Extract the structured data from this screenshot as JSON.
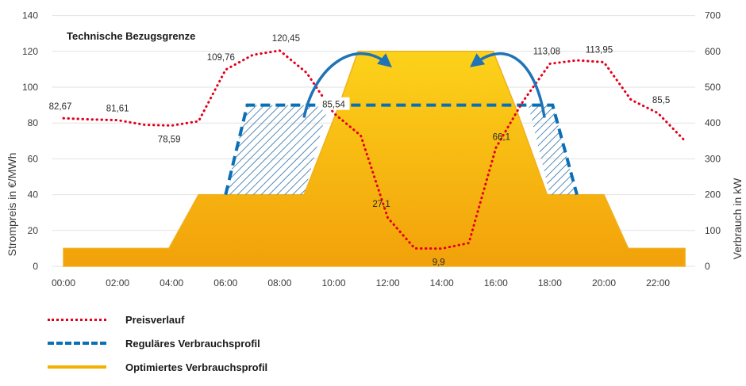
{
  "chart_data": {
    "type": "line",
    "annotation": "Technische Bezugsgrenze",
    "x": [
      "00:00",
      "01:00",
      "02:00",
      "03:00",
      "04:00",
      "05:00",
      "06:00",
      "07:00",
      "08:00",
      "09:00",
      "10:00",
      "11:00",
      "12:00",
      "13:00",
      "14:00",
      "15:00",
      "16:00",
      "17:00",
      "18:00",
      "19:00",
      "20:00",
      "21:00",
      "22:00",
      "23:00"
    ],
    "x_ticks": [
      "00:00",
      "02:00",
      "04:00",
      "06:00",
      "08:00",
      "10:00",
      "12:00",
      "14:00",
      "16:00",
      "18:00",
      "20:00",
      "22:00"
    ],
    "left_axis": {
      "label": "Strompreis in €/MWh",
      "ticks": [
        0,
        20,
        40,
        60,
        80,
        100,
        120,
        140
      ],
      "range": [
        0,
        140
      ]
    },
    "right_axis": {
      "label": "Verbrauch in kW",
      "ticks": [
        0,
        100,
        200,
        300,
        400,
        500,
        600,
        700
      ],
      "range": [
        0,
        700
      ]
    },
    "series": [
      {
        "name": "Preisverlauf",
        "axis": "left",
        "color": "#e3001b",
        "style": "dotted",
        "values": [
          82.67,
          82,
          81.61,
          79,
          78.59,
          81,
          109.76,
          118,
          120.45,
          108,
          85.54,
          73,
          27.1,
          10,
          9.9,
          13,
          66.1,
          92,
          113.08,
          115,
          113.95,
          93,
          85.5,
          70
        ]
      },
      {
        "name": "Reguläres Verbrauchsprofil",
        "axis": "right",
        "color": "#0a6fb4",
        "style": "dashed",
        "points": [
          [
            "06:00",
            200
          ],
          [
            "06:45",
            450
          ],
          [
            "17:75",
            450
          ],
          [
            "18:45",
            200
          ]
        ]
      },
      {
        "name": "Optimiertes Verbrauchsprofil",
        "axis": "right",
        "color": "#f4b000",
        "style": "area",
        "values": [
          50,
          50,
          50,
          50,
          50,
          200,
          200,
          200,
          200,
          200,
          450,
          600,
          600,
          600,
          600,
          600,
          600,
          450,
          200,
          200,
          200,
          50,
          50,
          50
        ]
      }
    ],
    "data_labels": [
      "82,67",
      "81,61",
      "78,59",
      "109,76",
      "120,45",
      "85,54",
      "27,1",
      "9,9",
      "66,1",
      "113,08",
      "113,95",
      "85,5"
    ]
  },
  "legend": [
    {
      "label": "Preisverlauf",
      "color": "#e3001b"
    },
    {
      "label": "Reguläres Verbrauchsprofil",
      "color": "#0a6fb4"
    },
    {
      "label": "Optimiertes Verbrauchsprofil",
      "color": "#f4b000"
    }
  ]
}
